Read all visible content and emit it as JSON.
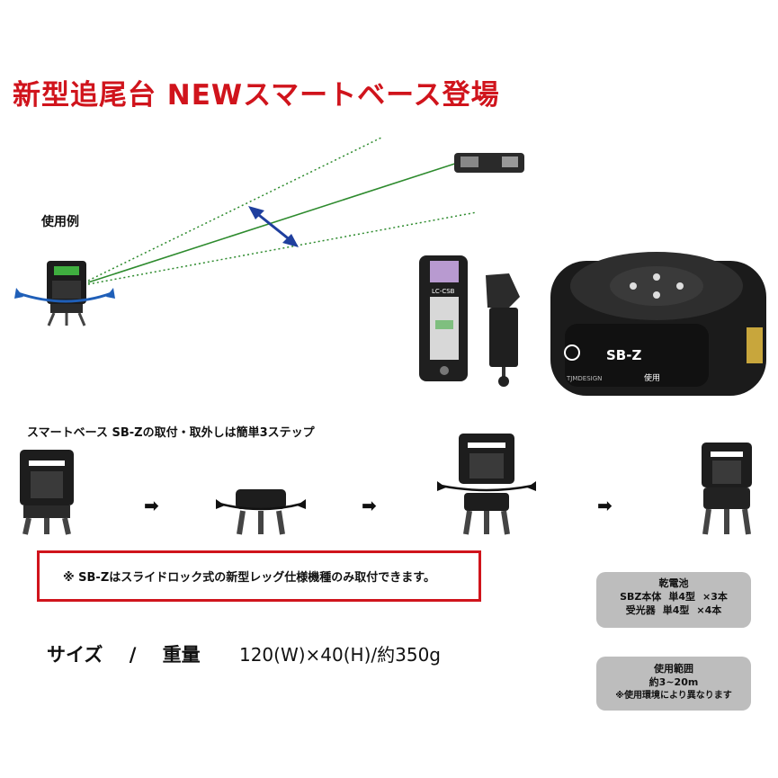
{
  "header": {
    "title": "新型追尾台 NEWスマートベース登場"
  },
  "example": {
    "label": "使用例"
  },
  "steps": {
    "caption": "スマートベース SB-Zの取付・取外しは簡単3ステップ",
    "arrow_glyph": "➡"
  },
  "notice": {
    "text": "※ SB-Zはスライドロック式の新型レッグ仕様機種のみ取付できます。"
  },
  "spec": {
    "label_size": "サイズ",
    "separator": "/",
    "label_weight": "重量",
    "value": "120(W)×40(H)/約350g"
  },
  "product": {
    "model": "SB-Z",
    "brand": "TJMDESIGN",
    "receiver_label": "LC-CSB",
    "badge": "使用"
  },
  "battery_box": {
    "title": "乾電池",
    "rows": [
      {
        "item": "SBZ本体",
        "type": "単4型",
        "qty": "×3本"
      },
      {
        "item": "受光器",
        "type": "単4型",
        "qty": "×4本"
      }
    ]
  },
  "range_box": {
    "title": "使用範囲",
    "value": "約3~20m",
    "note": "※使用環境により異なります"
  },
  "colors": {
    "accent_red": "#d0141c",
    "laser_green": "#2e8b2e",
    "arrow_blue": "#1f3f9e",
    "pill_gray": "#bdbdbd"
  }
}
